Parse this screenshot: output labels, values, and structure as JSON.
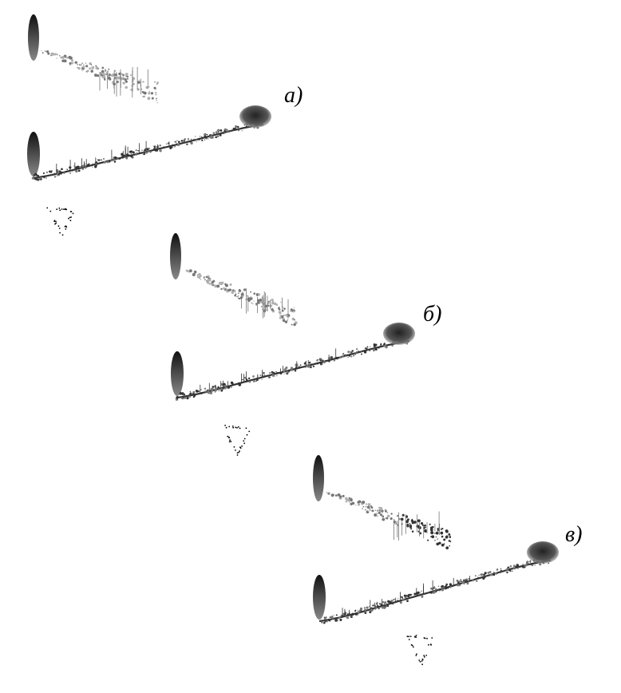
{
  "figure": {
    "panels": [
      {
        "id": "a",
        "label": "а)"
      },
      {
        "id": "b",
        "label": "б)"
      },
      {
        "id": "v",
        "label": "в)"
      }
    ]
  },
  "colors": {
    "ink": "#000000",
    "dark_gray": "#333333",
    "mid_gray": "#777777",
    "light_gray": "#b0b0b0",
    "background": "#ffffff"
  }
}
